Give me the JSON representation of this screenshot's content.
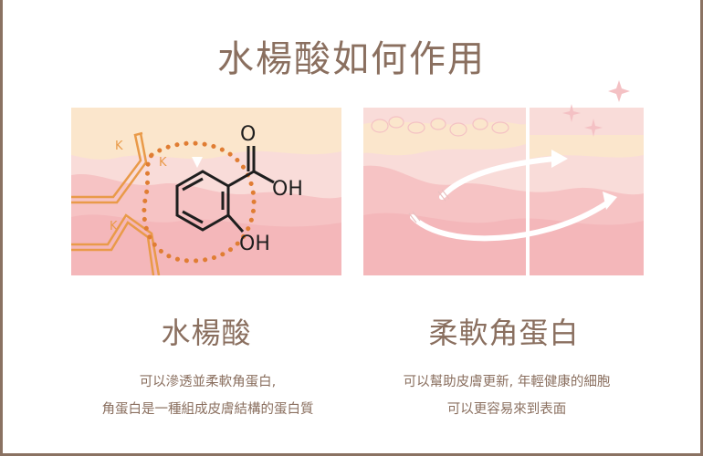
{
  "title": "水楊酸如何作用",
  "left": {
    "title": "水楊酸",
    "desc_line1": "可以滲透並柔軟角蛋白,",
    "desc_line2": "角蛋白是一種組成皮膚結構的蛋白質",
    "label_k": "K",
    "label_o": "O",
    "label_oh1": "OH",
    "label_oh2": "OH"
  },
  "right": {
    "title": "柔軟角蛋白",
    "desc_line1": "可以幫助皮膚更新, 年輕健康的細胞",
    "desc_line2": "可以更容易來到表面"
  },
  "colors": {
    "text": "#8a6f5f",
    "border": "#8a7262",
    "skin_top": "#fbe4cb",
    "skin_mid": "#f6c9c7",
    "skin_deep": "#f3b1b6",
    "orange": "#e99a49",
    "dots": "#e07d33",
    "sparkle": "#f4c1c4"
  }
}
